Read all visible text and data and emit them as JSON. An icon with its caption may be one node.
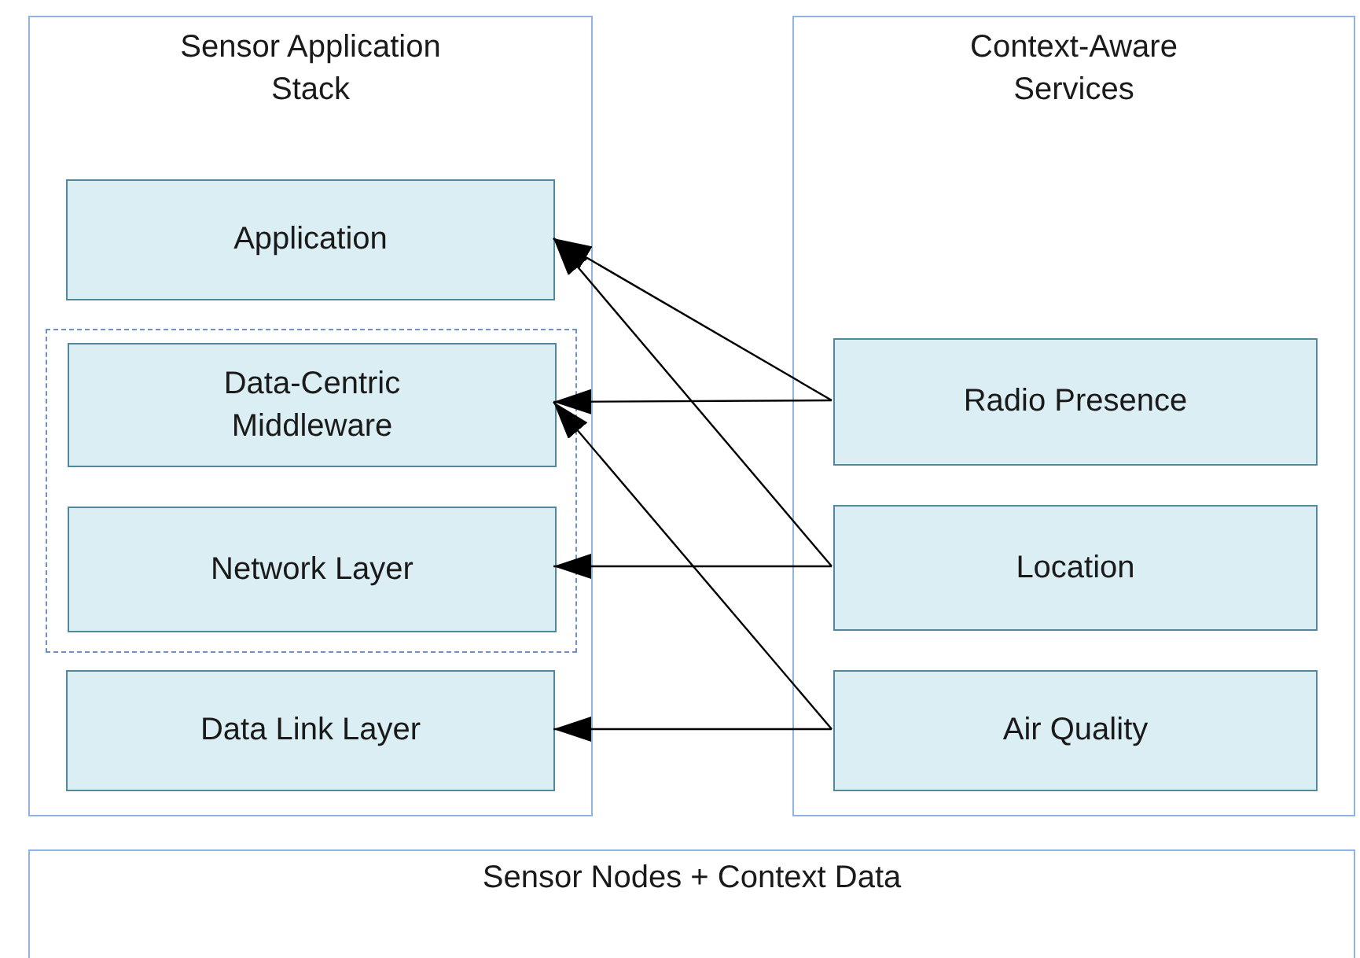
{
  "diagram": {
    "nodes": [
      {
        "text": [
          "Sensor Application Stack"
        ]
      },
      {
        "text": [
          "Application"
        ],
        "in": 0
      },
      {
        "text": [],
        "shape": "box",
        "in": 0
      },
      {
        "text": [
          "Data-Centric Middleware"
        ],
        "in": 2
      },
      {
        "text": [
          "Network Layer"
        ],
        "in": 2
      },
      {
        "text": [
          "Data Link Layer"
        ],
        "in": 0
      },
      {
        "text": [
          "Context-Aware Services"
        ]
      },
      {
        "text": [
          "Radio Presence"
        ],
        "in": 6
      },
      {
        "text": [
          "Location"
        ],
        "in": 6
      },
      {
        "text": [
          "Air Quality"
        ],
        "in": 6
      },
      {
        "text": [
          "Sensor Nodes + Context Data"
        ]
      }
    ],
    "edges": [
      {
        "from": 7,
        "to": 1,
        "arrow": "to"
      },
      {
        "from": 7,
        "to": 3,
        "arrow": "to"
      },
      {
        "from": 8,
        "to": 1,
        "arrow": "to"
      },
      {
        "from": 8,
        "to": 4,
        "arrow": "to"
      },
      {
        "from": 9,
        "to": 3,
        "arrow": "to"
      },
      {
        "from": 9,
        "to": 5,
        "arrow": "to"
      }
    ]
  }
}
